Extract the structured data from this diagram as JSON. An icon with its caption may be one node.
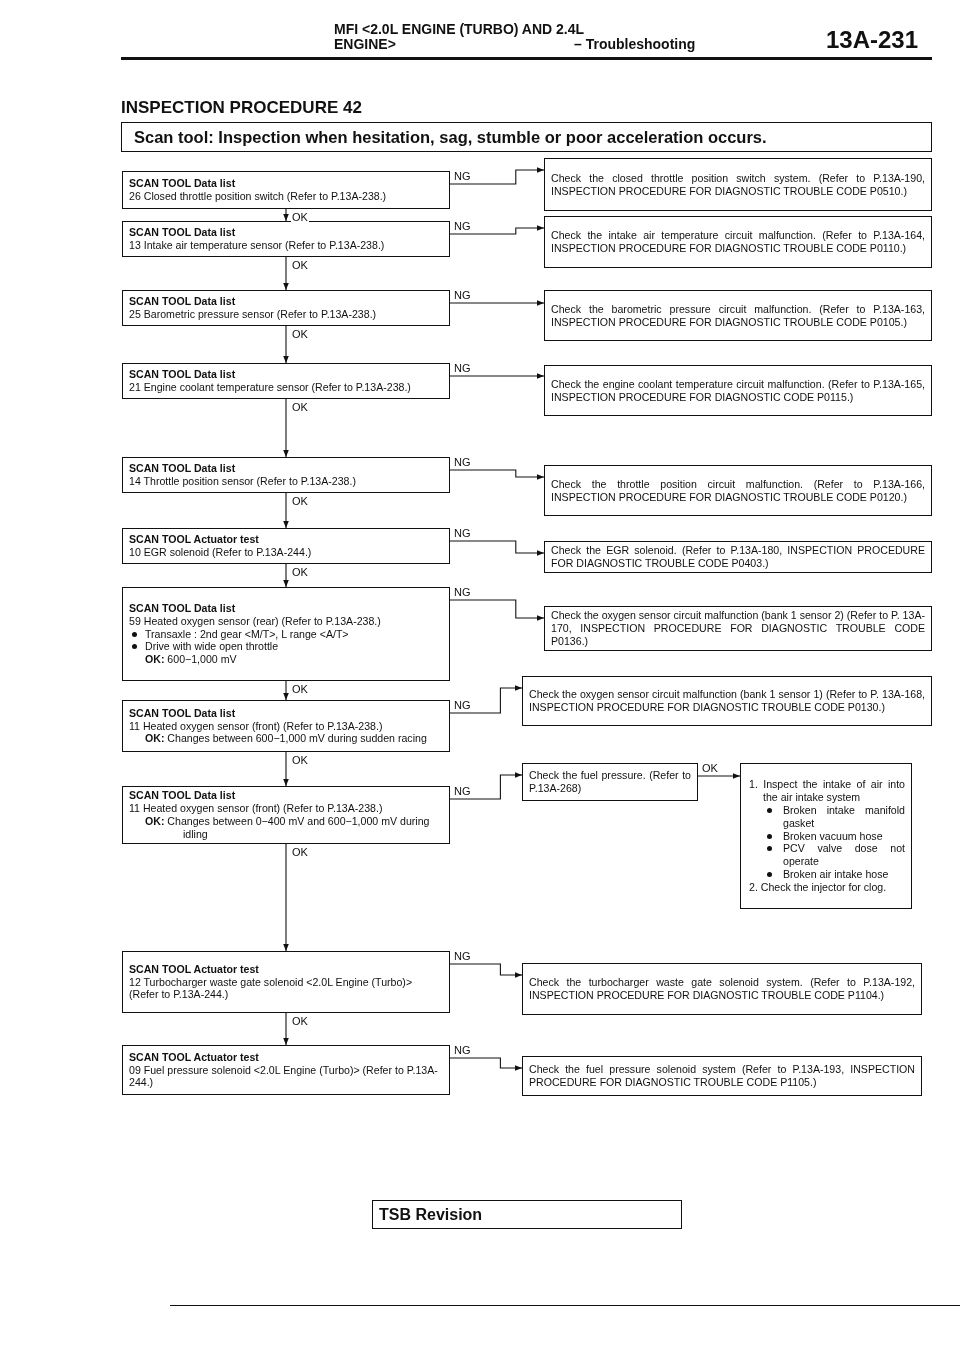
{
  "diagram": {
    "title": "INSPECTION PROCEDURE 42",
    "nodes": [
      {
        "text": [
          "Scan tool: Inspection when hesitation, sag, stumble or poor acceleration occurs."
        ]
      },
      {
        "text": [
          "SCAN TOOL Data list",
          "26 Closed throttle position switch (Refer to P.13A-238.)"
        ]
      },
      {
        "text": [
          "Check the closed throttle position switch system. (Refer to P.13A-190, INSPECTION PROCEDURE FOR DIAGNOSTIC TROUBLE CODE P0510.)"
        ]
      },
      {
        "text": [
          "SCAN TOOL Data list",
          "13 Intake air temperature sensor (Refer to P.13A-238.)"
        ]
      },
      {
        "text": [
          "Check the intake air temperature circuit malfunction. (Refer to P.13A-164, INSPECTION PROCEDURE FOR DIAGNOSTIC TROUBLE CODE P0110.)"
        ]
      },
      {
        "text": [
          "SCAN TOOL Data list",
          "25 Barometric pressure sensor (Refer to P.13A-238.)"
        ]
      },
      {
        "text": [
          "Check the barometric pressure circuit malfunction. (Refer to P.13A-163, INSPECTION PROCEDURE FOR DIAGNOSTIC TROUBLE CODE P0105.)"
        ]
      },
      {
        "text": [
          "SCAN TOOL Data list",
          "21 Engine coolant temperature sensor (Refer to P.13A-238.)"
        ]
      },
      {
        "text": [
          "Check the engine coolant temperature circuit malfunction. (Refer to P.13A-165, INSPECTION PROCEDURE FOR DIAGNOSTIC CODE P0115.)"
        ]
      },
      {
        "text": [
          "SCAN TOOL Data list",
          "14 Throttle position sensor (Refer to P.13A-238.)"
        ]
      },
      {
        "text": [
          "Check the throttle position circuit malfunction. (Refer to P.13A-166, INSPECTION PROCEDURE FOR DIAGNOSTIC TROUBLE CODE P0120.)"
        ]
      },
      {
        "text": [
          "SCAN TOOL Actuator test",
          "10 EGR solenoid (Refer to P.13A-244.)"
        ]
      },
      {
        "text": [
          "Check the EGR solenoid. (Refer to P.13A-180, INSPECTION PROCEDURE FOR DIAGNOSTIC TROUBLE CODE P0403.)"
        ]
      },
      {
        "text": [
          "SCAN TOOL Data list",
          "59 Heated oxygen sensor (rear) (Refer to P.13A-238.)",
          "Transaxle : 2nd gear <M/T>, L range <A/T>",
          "Drive with wide open throttle",
          "**OK:** 600−1,000 mV"
        ]
      },
      {
        "text": [
          "Check the oxygen sensor circuit malfunction (bank 1 sensor 2) (Refer to P. 13A-170, INSPECTION PROCEDURE FOR DIAGNOSTIC TROUBLE CODE P0136.)"
        ]
      },
      {
        "text": [
          "SCAN TOOL Data list",
          "11 Heated oxygen sensor (front) (Refer to P.13A-238.)",
          "**OK:** Changes between 600−1,000 mV during sudden racing"
        ]
      },
      {
        "text": [
          "Check the oxygen sensor circuit malfunction (bank 1 sensor 1) (Refer to P. 13A-168, INSPECTION PROCEDURE FOR DIAGNOSTIC TROUBLE CODE P0130.)"
        ]
      },
      {
        "text": [
          "SCAN TOOL Data list",
          "11 Heated oxygen sensor (front) (Refer to P.13A-238.)",
          "**OK:** Changes between 0−400 mV and 600−1,000 mV during idling"
        ]
      },
      {
        "text": [
          "Check the fuel pressure. (Refer to P.13A-268)"
        ]
      },
      {
        "text": [
          "1. Inspect the intake of air into the air intake system",
          "Broken intake manifold gasket",
          "Broken vacuum hose",
          "PCV valve dose not operate",
          "Broken air intake hose",
          "2. Check the injector for clog."
        ]
      },
      {
        "text": [
          "SCAN TOOL Actuator test",
          "12 Turbocharger waste gate solenoid <2.0L Engine (Turbo)>",
          "(Refer to P.13A-244.)"
        ]
      },
      {
        "text": [
          "Check the turbocharger waste gate solenoid system. (Refer to P.13A-192, INSPECTION PROCEDURE FOR DIAGNOSTIC TROUBLE CODE P1104.)"
        ]
      },
      {
        "text": [
          "SCAN TOOL Actuator test",
          "09 Fuel pressure solenoid <2.0L Engine (Turbo)> (Refer to P.13A-244.)"
        ]
      },
      {
        "text": [
          "Check the fuel pressure solenoid system (Refer to P.13A-193, INSPECTION PROCEDURE FOR DIAGNOSTIC TROUBLE CODE P1105.)"
        ]
      },
      {
        "text": [
          "TSB Revision"
        ]
      }
    ],
    "edges": [
      {
        "from": 1,
        "to": 2,
        "arrow": "to",
        "label": "NG"
      },
      {
        "from": 1,
        "to": 3,
        "arrow": "to",
        "label": "OK"
      },
      {
        "from": 3,
        "to": 4,
        "arrow": "to",
        "label": "NG"
      },
      {
        "from": 3,
        "to": 5,
        "arrow": "to",
        "label": "OK"
      },
      {
        "from": 5,
        "to": 6,
        "arrow": "to",
        "label": "NG"
      },
      {
        "from": 5,
        "to": 7,
        "arrow": "to",
        "label": "OK"
      },
      {
        "from": 7,
        "to": 8,
        "arrow": "to",
        "label": "NG"
      },
      {
        "from": 7,
        "to": 9,
        "arrow": "to",
        "label": "OK"
      },
      {
        "from": 9,
        "to": 10,
        "arrow": "to",
        "label": "NG"
      },
      {
        "from": 9,
        "to": 11,
        "arrow": "to",
        "label": "OK"
      },
      {
        "from": 11,
        "to": 12,
        "arrow": "to",
        "label": "NG"
      },
      {
        "from": 11,
        "to": 13,
        "arrow": "to",
        "label": "OK"
      },
      {
        "from": 13,
        "to": 14,
        "arrow": "to",
        "label": "NG"
      },
      {
        "from": 13,
        "to": 15,
        "arrow": "to",
        "label": "OK"
      },
      {
        "from": 15,
        "to": 16,
        "arrow": "to",
        "label": "NG"
      },
      {
        "from": 15,
        "to": 17,
        "arrow": "to",
        "label": "OK"
      },
      {
        "from": 17,
        "to": 18,
        "arrow": "to",
        "label": "NG"
      },
      {
        "from": 18,
        "to": 19,
        "arrow": "to",
        "label": "OK"
      },
      {
        "from": 17,
        "to": 20,
        "arrow": "to",
        "label": "OK"
      },
      {
        "from": 20,
        "to": 21,
        "arrow": "to",
        "label": "NG"
      },
      {
        "from": 20,
        "to": 22,
        "arrow": "to",
        "label": "OK"
      },
      {
        "from": 22,
        "to": 23,
        "arrow": "to",
        "label": "NG"
      }
    ],
    "labels": [
      "MFI <2.0L ENGINE (TURBO) AND 2.4L ENGINE>",
      "– Troubleshooting",
      "13A-231"
    ]
  }
}
